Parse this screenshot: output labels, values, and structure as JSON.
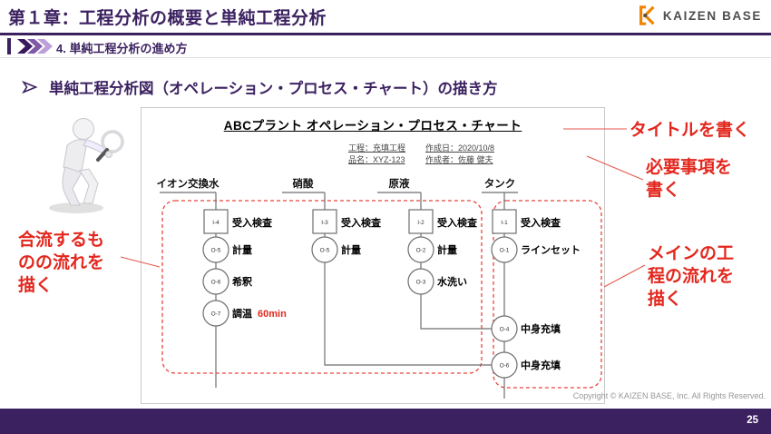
{
  "slide": {
    "header": {
      "title": "第１章：工程分析の概要と単純工程分析",
      "logo_text": "KAIZEN BASE"
    },
    "subheader": {
      "label": "4. 単純工程分析の進め方"
    },
    "section_heading": "単純工程分析図（オペレーション・プロセス・チャート）の描き方",
    "footer": {
      "copyright": "Copyright ©  KAIZEN BASE, Inc.  All Rights Reserved.",
      "page_number": "25"
    }
  },
  "chart": {
    "title": "ABCプラント オペレーション・プロセス・チャート",
    "meta": {
      "process": "工程：充填工程",
      "product": "品名：XYZ-123",
      "date": "作成日：2020/10/8",
      "author": "作成者：佐藤 健夫"
    },
    "columns": [
      {
        "name": "イオン交換水",
        "steps": [
          {
            "shape": "square",
            "id": "I-4",
            "label": "受入検査"
          },
          {
            "shape": "circle",
            "id": "O-5",
            "label": "計量"
          },
          {
            "shape": "circle",
            "id": "O-6",
            "label": "希釈"
          },
          {
            "shape": "circle",
            "id": "O-7",
            "label": "調温",
            "note": "60min"
          }
        ]
      },
      {
        "name": "硝酸",
        "steps": [
          {
            "shape": "square",
            "id": "I-3",
            "label": "受入検査"
          },
          {
            "shape": "circle",
            "id": "O-5",
            "label": "計量"
          }
        ]
      },
      {
        "name": "原液",
        "steps": [
          {
            "shape": "square",
            "id": "I-2",
            "label": "受入検査"
          },
          {
            "shape": "circle",
            "id": "O-2",
            "label": "計量"
          },
          {
            "shape": "circle",
            "id": "O-3",
            "label": "水洗い"
          }
        ]
      },
      {
        "name": "タンク",
        "steps": [
          {
            "shape": "square",
            "id": "I-1",
            "label": "受入検査"
          },
          {
            "shape": "circle",
            "id": "O-1",
            "label": "ラインセット"
          },
          {
            "shape": "circle",
            "id": "O-4",
            "label": "中身充填"
          },
          {
            "shape": "circle",
            "id": "O-6",
            "label": "中身充填"
          }
        ]
      }
    ]
  },
  "annotations": {
    "title_note": {
      "line1": "タイトルを書く"
    },
    "info_note": {
      "line1": "必要事項を",
      "line2": "書く"
    },
    "main_note": {
      "line1": "メインの工",
      "line2": "程の流れを",
      "line3": "描く"
    },
    "merge_note": {
      "line1": "合流するも",
      "line2": "のの流れを",
      "line3": "描く"
    }
  },
  "colors": {
    "purple": "#3b2160",
    "red": "#e3271e",
    "pointer_red": "#e4574d",
    "orange": "#f08300",
    "flow_gray": "#6e6e6e"
  }
}
